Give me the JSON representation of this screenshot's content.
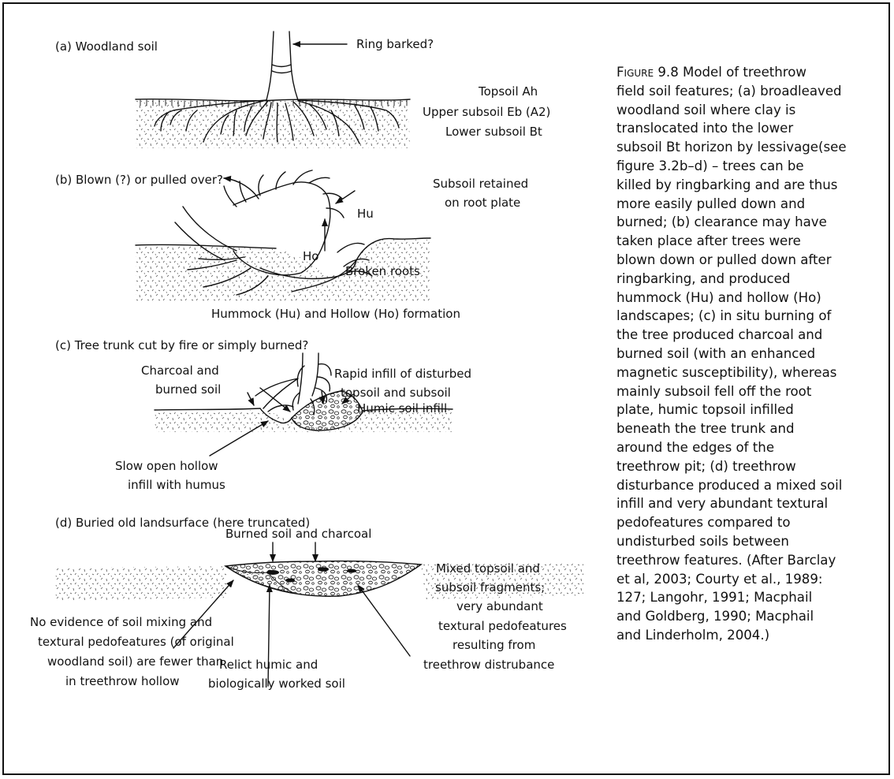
{
  "panels": [
    {
      "id": "a",
      "title": "(a)   Woodland soil",
      "labels": [
        "Ring barked?",
        "Topsoil Ah",
        "Upper subsoil Eb (A2)",
        "Lower subsoil Bt"
      ]
    },
    {
      "id": "b",
      "title": "(b)   Blown (?) or pulled over?",
      "labels": [
        "Subsoil retained",
        "on root plate",
        "Hu",
        "Ho",
        "Broken roots",
        "Hummock (Hu) and Hollow (Ho) formation"
      ]
    },
    {
      "id": "c",
      "title": "(c)   Tree trunk cut by fire or simply burned?",
      "labels": [
        "Charcoal and",
        "burned soil",
        "Rapid infill of disturbed",
        "topsoil and subsoil",
        "Humic soil infill",
        "Slow open hollow",
        "infill with humus"
      ]
    },
    {
      "id": "d",
      "title": "(d)   Buried old landsurface (here truncated)",
      "labels": [
        "Burned soil and charcoal",
        "No evidence of soil mixing and",
        "textural pedofeatures (of original",
        "woodland soil) are fewer than",
        "in treethrow hollow",
        "Relict humic and",
        "biologically worked soil",
        "Mixed topsoil and",
        "subsoil fragments;",
        "very abundant",
        "textural pedofeatures",
        "resulting from",
        "treethrow distrubance"
      ]
    }
  ],
  "caption": {
    "figure_label": "Figure",
    "lines": [
      " 9.8 Model of treethrow",
      "field soil features; (a) broadleaved",
      "woodland soil where clay is",
      "translocated into the lower",
      "subsoil Bt horizon by    lessivage(see",
      "figure 3.2b–d) – trees can be",
      "killed by ringbarking and are thus",
      "more easily pulled down and",
      "burned; (b) clearance may have",
      "taken place after trees were",
      "blown down or pulled down after",
      "ringbarking, and produced",
      "hummock (Hu) and hollow (Ho)",
      "landscapes; (c)   in situ burning of",
      "the tree produced charcoal and",
      "burned soil (with an enhanced",
      "magnetic susceptibility), whereas",
      "mainly subsoil fell off the root",
      "plate, humic topsoil infilled",
      "beneath the tree trunk and",
      "around the edges of the",
      "treethrow pit; (d) treethrow",
      "disturbance produced a mixed soil",
      "infill and very abundant textural",
      "pedofeatures compared to",
      "undisturbed soils between",
      "treethrow features. (After Barclay",
      "et al, 2003; Courty et al., 1989:",
      "127; Langohr, 1991; Macphail",
      "and Goldberg, 1990; Macphail",
      "and Linderholm, 2004.)"
    ]
  }
}
